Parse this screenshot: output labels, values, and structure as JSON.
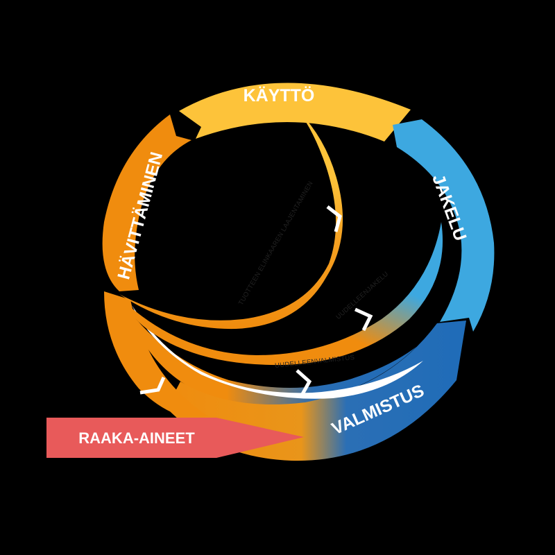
{
  "segments": {
    "kaytto": "KÄYTTÖ",
    "jakelu": "JAKELU",
    "valmistus": "VALMISTUS",
    "havittaminen": "HÄVITTÄMINEN"
  },
  "inputs": {
    "raaka_aineet": "RAAKA-AINEET"
  },
  "loops": {
    "lifecycle_extension": "TUOTTEEN ELINKAAREN LAAJENTAMINEN",
    "redistribution": "UUDELLEENJAKELU",
    "remanufacturing": "UUDELLEENVALMISTUS"
  },
  "colors": {
    "background": "#000000",
    "kaytto": "#FDC33A",
    "jakelu": "#3DA8E0",
    "valmistus": "#1F6CB8",
    "havittaminen": "#F08C0E",
    "raaka_aineet": "#E85A5A"
  }
}
